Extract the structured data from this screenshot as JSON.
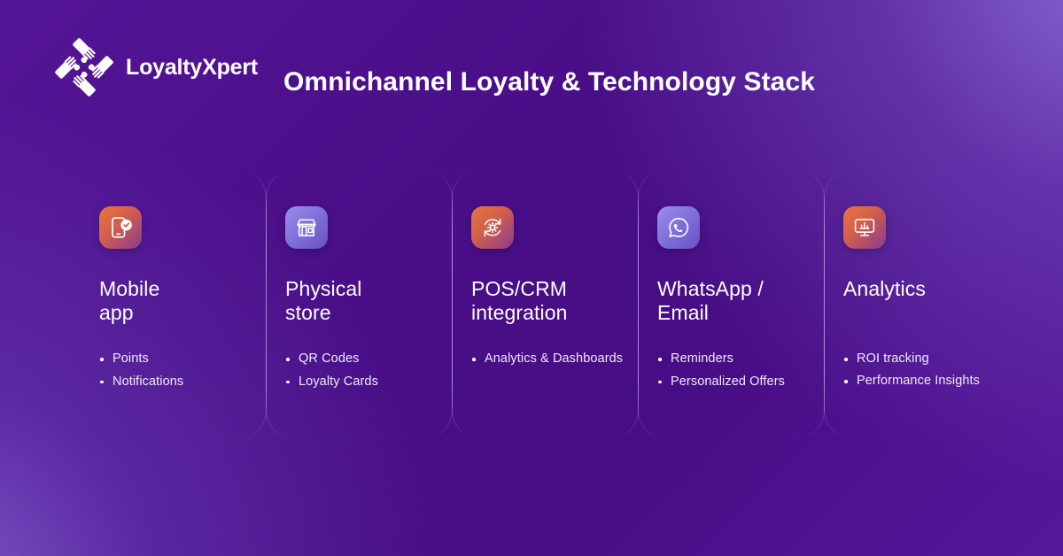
{
  "brand": {
    "name": "LoyaltyXpert",
    "logo_icon": "four-hands-pinwheel-logo"
  },
  "header": {
    "title": "Omnichannel Loyalty & Technology Stack"
  },
  "colors": {
    "background_dark": "#4a0f89",
    "background_light": "#5d1fa0",
    "glow": "#8b6ad6",
    "icon_warm_start": "#e8763c",
    "icon_warm_end": "#8b3a8e",
    "icon_cool_start": "#9b8de8",
    "icon_cool_end": "#6a4fc4",
    "text_primary": "#ffffff",
    "text_secondary": "#f1e9fb",
    "card_border": "#c4acf4"
  },
  "cards": [
    {
      "icon": "mobile-phone-check-icon",
      "icon_style": "warm",
      "title": "Mobile\napp",
      "bullets": [
        "Points",
        "Notifications"
      ]
    },
    {
      "icon": "storefront-icon",
      "icon_style": "cool",
      "title": "Physical\nstore",
      "bullets": [
        "QR Codes",
        "Loyalty Cards"
      ]
    },
    {
      "icon": "gear-sync-icon",
      "icon_style": "warm",
      "title": "POS/CRM\nintegration",
      "bullets": [
        "Analytics & Dashboards"
      ]
    },
    {
      "icon": "whatsapp-icon",
      "icon_style": "cool",
      "title": "WhatsApp /\nEmail",
      "bullets": [
        "Reminders",
        "Personalized Offers"
      ]
    },
    {
      "icon": "monitor-bar-chart-icon",
      "icon_style": "warm",
      "title": "Analytics",
      "bullets": [
        "ROI tracking",
        "Performance Insights"
      ]
    }
  ]
}
